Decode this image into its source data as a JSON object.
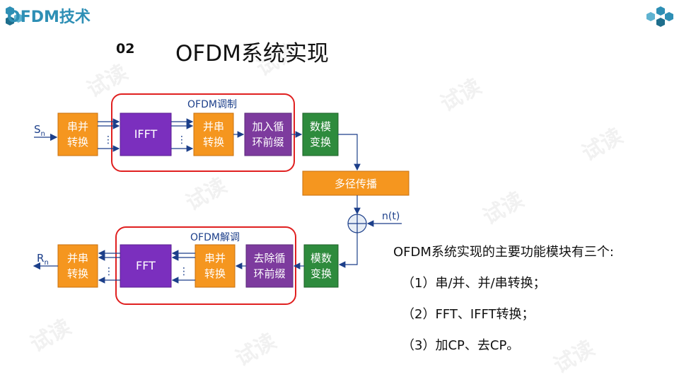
{
  "header": {
    "title": "OFDM技术"
  },
  "slide": {
    "section_number": "02",
    "title": "OFDM系统实现"
  },
  "diagram": {
    "modulation_label": "OFDM调制",
    "demodulation_label": "OFDM解调",
    "input_symbol": "S",
    "input_sub": "n",
    "output_symbol": "R",
    "output_sub": "n",
    "noise_label": "n(t)",
    "dots": "⋮",
    "tx": {
      "sp_line1": "串并",
      "sp_line2": "转换",
      "ifft": "IFFT",
      "ps_line1": "并串",
      "ps_line2": "转换",
      "cp_line1": "加入循",
      "cp_line2": "环前缀",
      "da_line1": "数模",
      "da_line2": "变换"
    },
    "channel": "多径传播",
    "rx": {
      "ps_line1": "并串",
      "ps_line2": "转换",
      "fft": "FFT",
      "sp_line1": "串并",
      "sp_line2": "转换",
      "rmcp_line1": "去除循",
      "rmcp_line2": "环前缀",
      "ad_line1": "模数",
      "ad_line2": "变换"
    },
    "colors": {
      "orange": "#f5961f",
      "purple": "#7b2fbe",
      "gray_purple": "#7d3b9e",
      "green": "#2e8b3d",
      "red_frame": "#e02020",
      "label_blue": "#1c3f8a"
    }
  },
  "summary": {
    "lead": "OFDM系统实现的主要功能模块有三个:",
    "items": [
      "（1）串/并、并/串转换；",
      "（2）FFT、IFFT转换；",
      "（3）加CP、去CP。"
    ]
  },
  "watermark": {
    "text": "试读"
  }
}
